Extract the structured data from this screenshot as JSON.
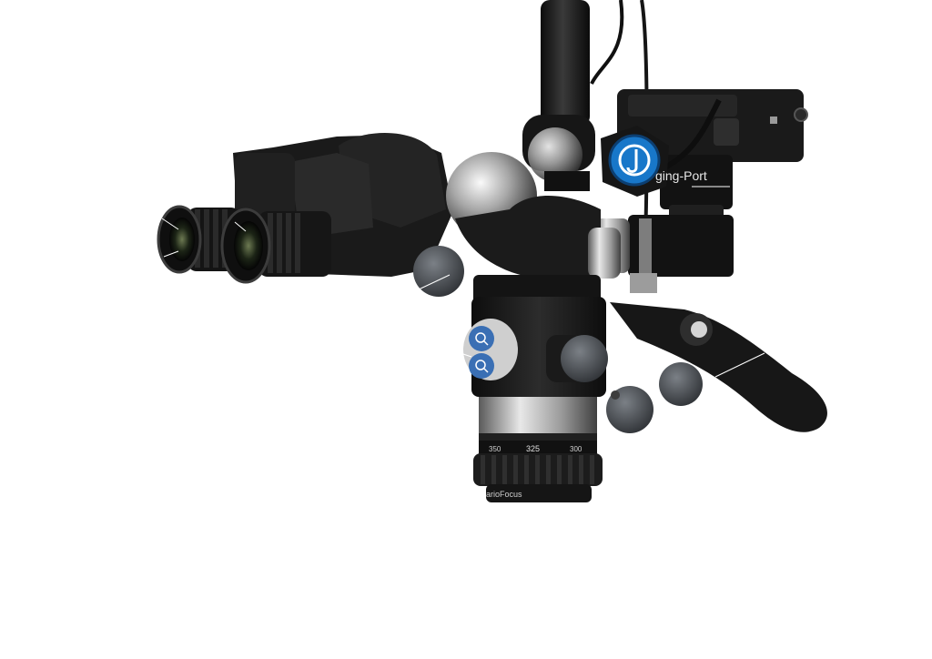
{
  "image": {
    "subject": "surgical microscope head",
    "background_color": "#ffffff"
  },
  "labels": {
    "imaging_port": "ging-Port",
    "focus_ring_brand": "arioFocus",
    "scale_mark_1": "325",
    "scale_mark_2": "300",
    "scale_mark_left": "350"
  },
  "colors": {
    "body_black": "#141414",
    "body_dark": "#262626",
    "chrome": "#b9b9b9",
    "knob_grey": "#4d5257",
    "badge_blue": "#1877c9",
    "button_blue": "#3a6fb4",
    "leader_line": "#ffffff"
  },
  "icons": {
    "brand_badge": "logo-badge-icon",
    "magnification_button_top": "magnifier-plus-icon",
    "magnification_button_bottom": "magnifier-minus-icon"
  }
}
